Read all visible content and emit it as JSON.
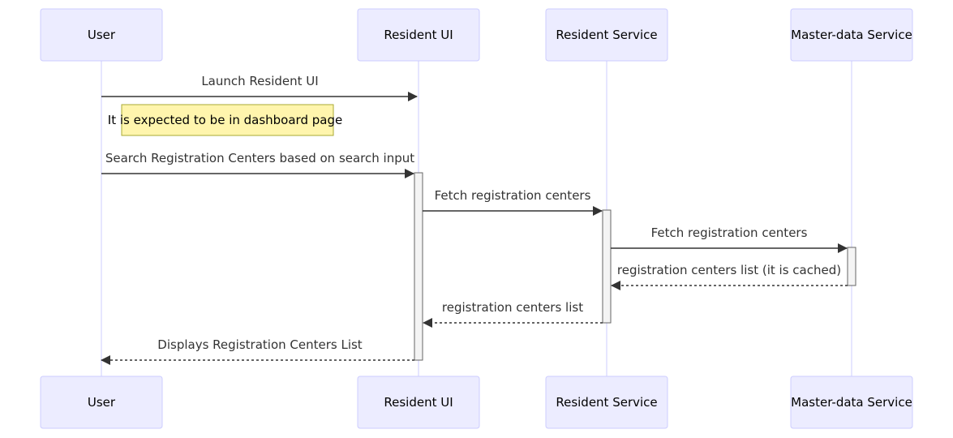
{
  "diagram": {
    "type": "sequence",
    "colors": {
      "actor_fill": "#ececff",
      "actor_stroke": "#ccccff",
      "lifeline": "#ccccff",
      "message": "#333333",
      "text": "#333333",
      "note_fill": "#fff5ad",
      "note_stroke": "#aaaa33",
      "activation_fill": "#f4f4f4",
      "activation_stroke": "#666666"
    },
    "participants": [
      {
        "id": "user",
        "label": "User"
      },
      {
        "id": "ui",
        "label": "Resident UI"
      },
      {
        "id": "rs",
        "label": "Resident Service"
      },
      {
        "id": "md",
        "label": "Master-data Service"
      }
    ],
    "note": {
      "over": "user",
      "text": "It is expected to be in dashboard page"
    },
    "messages": [
      {
        "from": "user",
        "to": "ui",
        "text": "Launch Resident UI",
        "style": "solid"
      },
      {
        "from": "user",
        "to": "ui",
        "text": "Search Registration Centers based on search input",
        "style": "solid"
      },
      {
        "from": "ui",
        "to": "rs",
        "text": "Fetch registration centers",
        "style": "solid"
      },
      {
        "from": "rs",
        "to": "md",
        "text": "Fetch registration centers",
        "style": "solid"
      },
      {
        "from": "md",
        "to": "rs",
        "text": "registration centers list (it is cached)",
        "style": "dashed"
      },
      {
        "from": "rs",
        "to": "ui",
        "text": "registration centers list",
        "style": "dashed"
      },
      {
        "from": "ui",
        "to": "user",
        "text": "Displays Registration Centers List",
        "style": "dashed"
      }
    ],
    "activations": [
      {
        "participant": "ui",
        "from_message": 1,
        "to_message": 6
      },
      {
        "participant": "rs",
        "from_message": 2,
        "to_message": 5
      },
      {
        "participant": "md",
        "from_message": 3,
        "to_message": 4
      }
    ]
  }
}
